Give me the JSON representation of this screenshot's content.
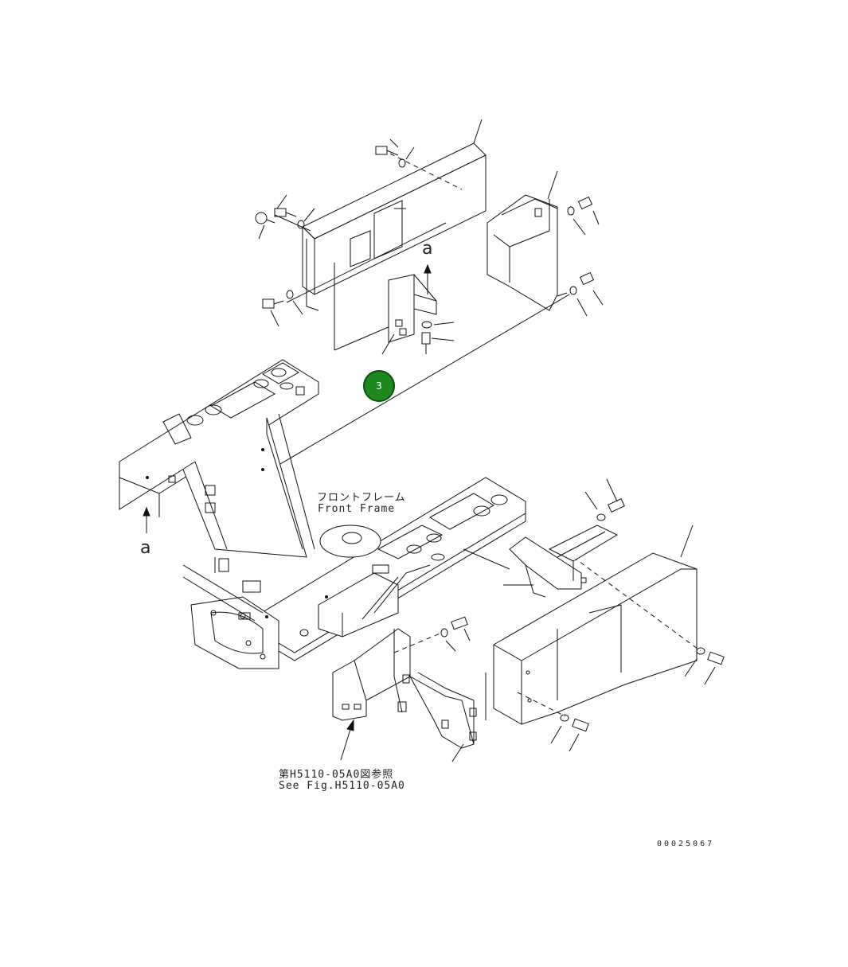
{
  "labels": {
    "front_frame_jp": "フロントフレーム",
    "front_frame_en": "Front Frame",
    "see_fig_jp": "第H5110-05A0図参照",
    "see_fig_en": "See Fig.H5110-05A0",
    "view_mark_upper": "a",
    "view_mark_lower": "a",
    "drawing_number": "00025067"
  },
  "callout": {
    "number": "3",
    "color": "#1e8a1e"
  }
}
